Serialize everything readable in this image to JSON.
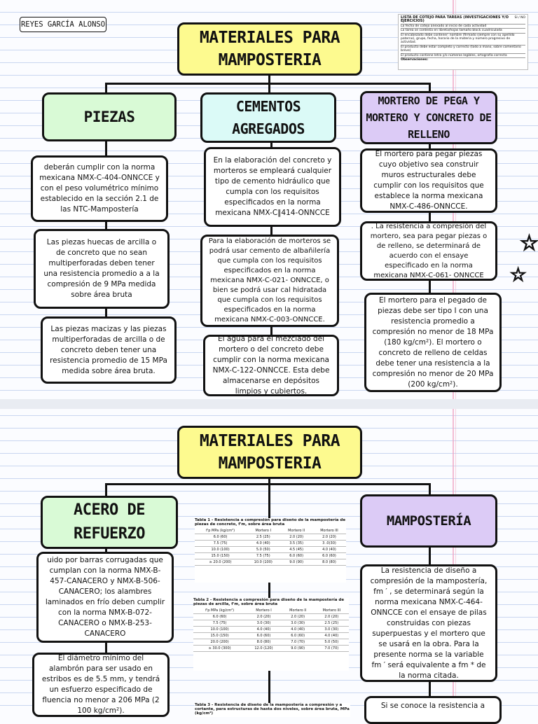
{
  "student_name": "REYES GARCÍA ALONSO",
  "checklist": {
    "title": "LISTA DE COTEJO PARA TAREAS (INVESTIGACIONES Y/O EJERCICIOS)",
    "col": "SI / NO",
    "items": [
      "La fecha de cotejo anexado al inicio de cada actividad",
      "La tarea se contesta en libreta/hojas tamaño block cuadriculada",
      "El encabezado debe contener: nombre (firmado siempre con su apellido paterno), grupo, fecha, horario de la materia y número progresivo de actividad.",
      "El producto debe estar completo y correcto (todo a mano, sobre comentario breve)",
      "El producto contiene letra y/o números legibles, ortografía correcta",
      "Observaciones:"
    ]
  },
  "page1": {
    "title": "MATERIALES PARA MAMPOSTERIA",
    "col1": {
      "header": "PIEZAS",
      "boxes": [
        "deberán cumplir con la norma mexicana NMX-C-404-ONNCCE y con el peso volumétrico mínimo establecido en la sección 2.1 de las NTC-Mampostería",
        "Las piezas huecas de arcilla o de concreto que no sean multiperforadas deben tener una resistencia promedio a a la compresión de 9 MPa medida sobre área bruta",
        "Las piezas macizas y las piezas multiperforadas de arcilla o de concreto deben tener una resistencia promedio de 15 MPa medida sobre área bruta."
      ]
    },
    "col2": {
      "header": "CEMENTOS AGREGADOS",
      "boxes": [
        "En la elaboración del concreto y morteros se empleará cualquier tipo de cemento hidráulico que cumpla con los requisitos especificados en la norma mexicana NMX-C‖414-ONNCCE",
        "Para la elaboración de morteros se podrá usar cemento de albañilería que cumpla con los requisitos especificados en la norma mexicana NMX-C-021- ONNCCE, o bien se podrá usar cal hidratada que cumpla con los requisitos especificados en la norma mexicana NMX-C-003-ONNCCE.",
        "El agua para el mezclado del mortero o del concreto debe cumplir con la norma mexicana NMX-C-122-ONNCCE. Esta debe almacenarse en depósitos limpios y cubiertos."
      ]
    },
    "col3": {
      "header": "MORTERO DE PEGA Y MORTERO Y CONCRETO DE RELLENO",
      "boxes": [
        "El mortero para pegar piezas cuyo objetivo sea construir muros estructurales debe cumplir con los requisitos que establece la norma mexicana NMX-C-486-ONNCCE.",
        ". La resistencia a compresión del mortero, sea para pegar piezas o de relleno, se determinará de acuerdo con el ensaye especificado en la norma mexicana NMX-C-061- ONNCCE",
        "El mortero para el pegado de piezas debe ser tipo I con una resistencia promedio a compresión no menor de 18 MPa (180 kg/cm²). El mortero o concreto de relleno de celdas debe tener una resistencia a la compresión no menor de 20 MPa (200 kg/cm²)."
      ]
    }
  },
  "page2": {
    "title": "MATERIALES PARA MAMPOSTERIA",
    "left": {
      "header": "ACERO DE REFUERZO",
      "boxes": [
        "uido por barras corrugadas que cumplan con la norma NMX-B-457-CANACERO y NMX-B-506-CANACERO; los alambres laminados en frío deben cumplir con la norma NMX-B-072-CANACERO o NMX-B-253-CANACERO",
        "El diámetro mínimo del alambrón para ser usado en estribos es de 5.5 mm, y tendrá un esfuerzo especificado de fluencia no menor a 206 MPa (2 100 kg/cm²)."
      ]
    },
    "right": {
      "header": "MAMPOSTERÍA",
      "boxes": [
        "La resistencia de diseño a compresión de la mampostería, fm ′ , se determinará según la norma mexicana NMX-C-464-ONNCCE con el ensaye de pilas construidas con piezas superpuestas y el mortero que se usará en la obra. Para la presente norma se la variable fm ′ será equivalente a fm * de la norma citada.",
        "Si se conoce la resistencia a"
      ]
    },
    "table1": {
      "caption": "Tabla 1 - Resistencia a compresión para diseño de la mampostería de piezas de concreto, f'm, sobre área bruta",
      "headers": [
        "f'p MPa (kg/cm²)",
        "Mortero I",
        "Mortero II",
        "Mortero III"
      ],
      "rows": [
        [
          "6.0 (60)",
          "2.5 (25)",
          "2.0 (20)",
          "2.0 (20)"
        ],
        [
          "7.5 (75)",
          "4.0 (40)",
          "3.5 (35)",
          "3 .0(30)"
        ],
        [
          "10.0 (100)",
          "5.0 (50)",
          "4.5 (45)",
          "4.0 (40)"
        ],
        [
          "15.0 (150)",
          "7.5 (75)",
          "6.0 (60)",
          "6.0 (60)"
        ],
        [
          "≥ 20.0 (200)",
          "10.0 (100)",
          "9.0 (90)",
          "8.0 (80)"
        ]
      ]
    },
    "table2": {
      "caption": "Tabla 2 - Resistencia a compresión para diseño de la mampostería de piezas de arcilla, f'm, sobre área bruta",
      "headers": [
        "f'p MPa (kg/cm²)",
        "Mortero I",
        "Mortero II",
        "Mortero III"
      ],
      "rows": [
        [
          "6.0 (60)",
          "2.0 (20)",
          "2.0 (20)",
          "2.0 (20)"
        ],
        [
          "7.5 (75)",
          "3.0 (30)",
          "3.0 (30)",
          "2.5 (25)"
        ],
        [
          "10.0 (100)",
          "4.0 (40)",
          "4.0 (40)",
          "3.0 (30)"
        ],
        [
          "15.0 (150)",
          "6.0 (60)",
          "6.0 (60)",
          "4.0 (40)"
        ],
        [
          "20.0 (200)",
          "8.0 (80)",
          "7.0 (70)",
          "5.0 (50)"
        ],
        [
          "≥ 30.0 (300)",
          "12.0 (120)",
          "9.0 (90)",
          "7.0 (70)"
        ]
      ]
    },
    "table3": {
      "caption": "Tabla 3 - Resistencia de diseño de la mampostería a compresión y a cortante, para estructuras de hasta dos niveles, sobre área bruta, MPa (kg/cm²)"
    }
  }
}
